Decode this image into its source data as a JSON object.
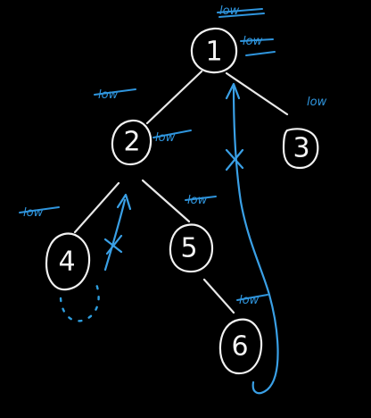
{
  "diagram": {
    "nodes": [
      {
        "id": "1",
        "label": "1"
      },
      {
        "id": "2",
        "label": "2"
      },
      {
        "id": "3",
        "label": "3"
      },
      {
        "id": "4",
        "label": "4"
      },
      {
        "id": "5",
        "label": "5"
      },
      {
        "id": "6",
        "label": "6"
      }
    ],
    "edges": [
      {
        "from": "1",
        "to": "2"
      },
      {
        "from": "1",
        "to": "3"
      },
      {
        "from": "2",
        "to": "4"
      },
      {
        "from": "2",
        "to": "5"
      },
      {
        "from": "5",
        "to": "6"
      }
    ]
  },
  "annotations": {
    "node1_top": "low",
    "node1_side": "low",
    "node2_left": "low",
    "node2_side": "low",
    "node3_side": "low",
    "node4_side": "low",
    "node5_side": "low",
    "node6_side": "low"
  },
  "colors": {
    "background": "#000000",
    "chalk": "#f2f2f2",
    "ink": "#3aa0e6"
  }
}
